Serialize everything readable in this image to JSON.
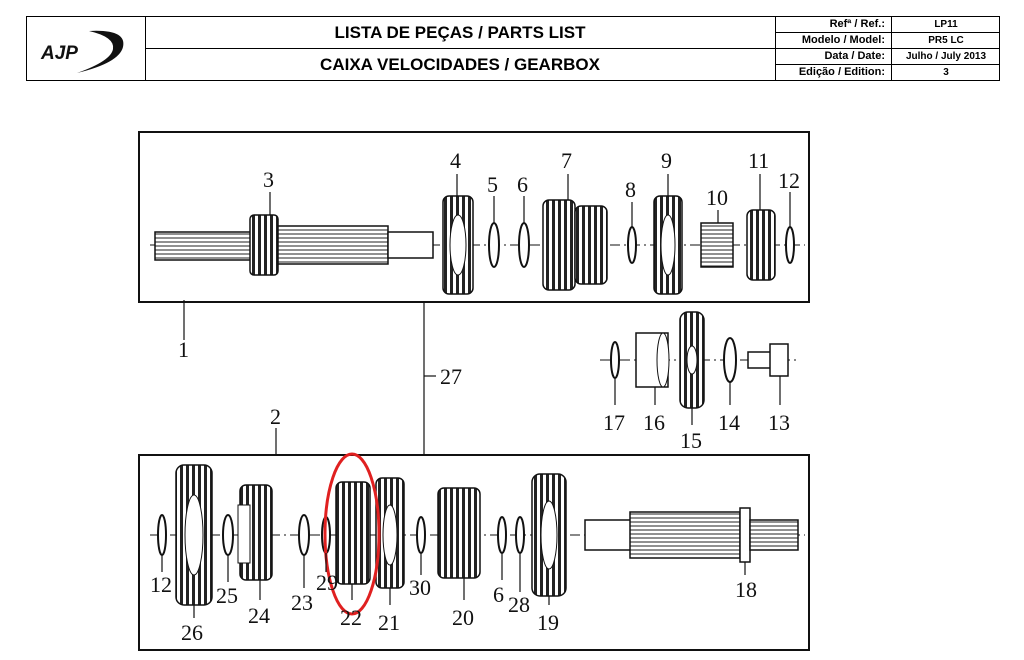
{
  "brand": {
    "logo_text": "AJP"
  },
  "header": {
    "title_line1": "LISTA DE PEÇAS / PARTS LIST",
    "title_line2": "CAIXA VELOCIDADES / GEARBOX",
    "meta": [
      {
        "label": "Refª / Ref.:",
        "value": "LP11"
      },
      {
        "label": "Modelo / Model:",
        "value": "PR5 LC"
      },
      {
        "label": "Data / Date:",
        "value": "Julho / July 2013"
      },
      {
        "label": "Edição / Edition:",
        "value": "3"
      }
    ]
  },
  "callouts": {
    "c1": "1",
    "c2": "2",
    "c3": "3",
    "c4": "4",
    "c5": "5",
    "c6": "6",
    "c7": "7",
    "c8": "8",
    "c9": "9",
    "c10": "10",
    "c11": "11",
    "c12": "12",
    "c13": "13",
    "c14": "14",
    "c15": "15",
    "c16": "16",
    "c17": "17",
    "c18": "18",
    "c19": "19",
    "c20": "20",
    "c21": "21",
    "c22": "22",
    "c23": "23",
    "c24": "24",
    "c25": "25",
    "c26": "26",
    "c27": "27",
    "c28": "28",
    "c29": "29",
    "c30": "30",
    "c6b": "6",
    "c12b": "12"
  },
  "colors": {
    "highlight": "#e02020",
    "line": "#111111"
  }
}
